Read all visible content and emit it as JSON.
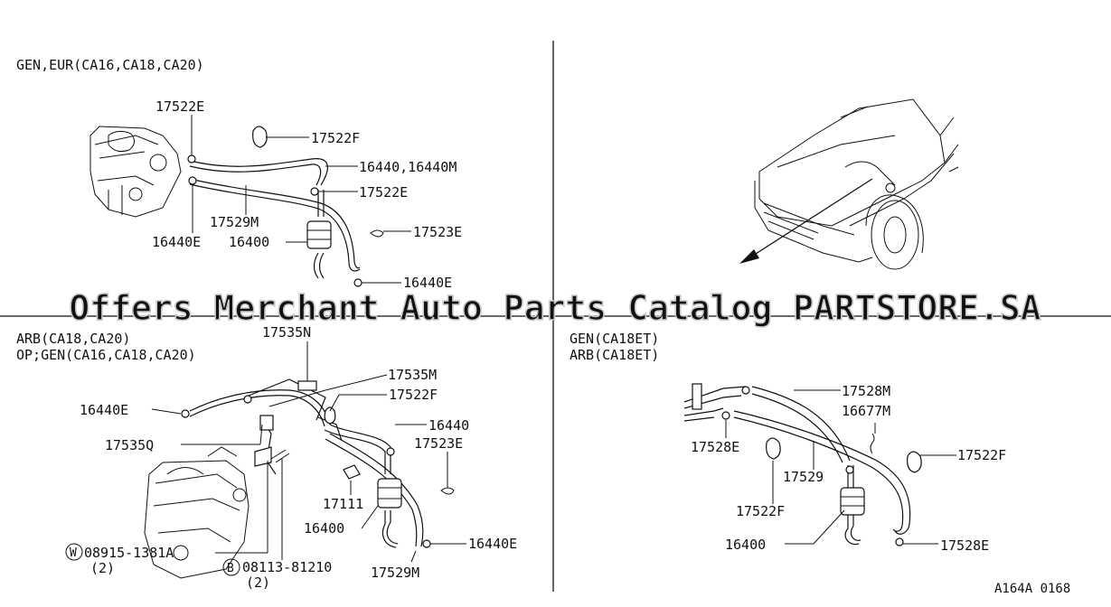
{
  "sections": {
    "top_left": {
      "header": "GEN,EUR(CA16,CA18,CA20)",
      "labels": [
        "17522E",
        "17522F",
        "16440,16440M",
        "17522E",
        "17529M",
        "17523E",
        "16440E",
        "16400",
        "16440E"
      ]
    },
    "bottom_left": {
      "header_lines": [
        "ARB(CA18,CA20)",
        "OP;GEN(CA16,CA18,CA20)"
      ],
      "labels": [
        "17535N",
        "17535M",
        "17522F",
        "16440E",
        "16440",
        "17523E",
        "17535Q",
        "17111",
        "16400",
        "16440E",
        "17529M"
      ],
      "fasteners": [
        {
          "symbol": "W",
          "part": "08915-1381A",
          "qty": "(2)"
        },
        {
          "symbol": "B",
          "part": "08113-81210",
          "qty": "(2)"
        }
      ]
    },
    "bottom_right": {
      "header_lines": [
        "GEN(CA18ET)",
        "ARB(CA18ET)"
      ],
      "labels": [
        "17528M",
        "16677M",
        "17528E",
        "17522F",
        "17529",
        "17522F",
        "16400",
        "17528E"
      ]
    }
  },
  "watermark": "Offers Merchant Auto Parts Catalog PARTSTORE.SA",
  "figure_code": "A164A 0168"
}
